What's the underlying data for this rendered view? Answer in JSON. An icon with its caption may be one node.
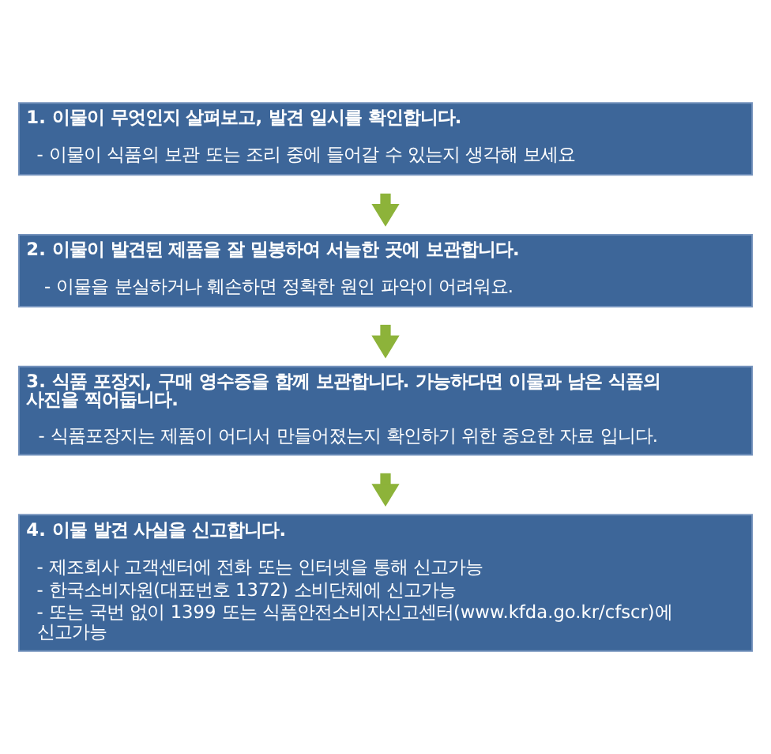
{
  "diagram": {
    "nodes": [
      {
        "text": [
          "1. 이물이 무엇인지 살펴보고, 발견 일시를 확인합니다.",
          "- 이물이 식품의 보관 또는 조리 중에 들어갈 수 있는지 생각해 보세요"
        ]
      },
      {
        "text": [
          "2. 이물이 발견된 제품을 잘 밀봉하여 서늘한 곳에 보관합니다.",
          "- 이물을 분실하거나 훼손하면 정확한 원인 파악이 어려워요."
        ]
      },
      {
        "text": [
          "3. 식품 포장지, 구매 영수증을 함께 보관합니다. 가능하다면 이물과 남은 식품의 사진을 찍어둡니다.",
          "- 식품포장지는 제품이 어디서 만들어졌는지 확인하기 위한 중요한 자료 입니다."
        ]
      },
      {
        "text": [
          "4. 이물 발견 사실을 신고합니다.",
          "- 제조회사 고객센터에 전화 또는 인터넷을 통해 신고가능",
          "- 한국소비자원(대표번호 1372) 소비단체에 신고가능",
          "- 또는 국번 없이 1399 또는 식품안전소비자신고센터(www.kfda.go.kr/cfscr)에 신고가능"
        ]
      }
    ],
    "edges": [
      {
        "from": 0,
        "to": 1,
        "arrow": "to"
      },
      {
        "from": 1,
        "to": 2,
        "arrow": "to"
      },
      {
        "from": 2,
        "to": 3,
        "arrow": "to"
      }
    ]
  }
}
